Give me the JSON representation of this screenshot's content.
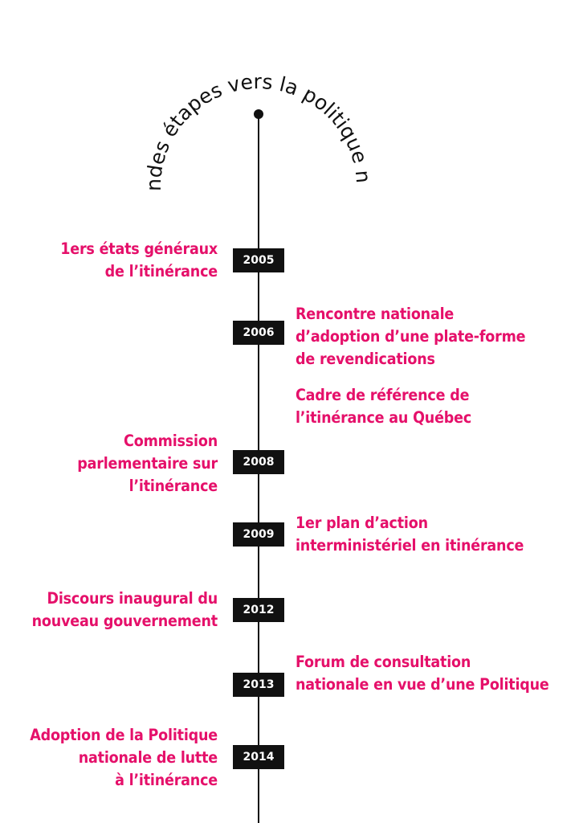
{
  "title": "Les grandes étapes vers la politique nationale",
  "milestones": [
    {
      "year": "2005",
      "events": [
        {
          "side": "left",
          "text": "1ers états généraux\nde l’itinérance"
        }
      ]
    },
    {
      "year": "2006",
      "events": [
        {
          "side": "right",
          "text": "Rencontre nationale\nd’adoption d’une plate-forme\nde revendications"
        },
        {
          "side": "right",
          "text": "Cadre de référence de\nl’itinérance au Québec"
        }
      ]
    },
    {
      "year": "2008",
      "events": [
        {
          "side": "left",
          "text": "Commission\nparlementaire sur\nl’itinérance"
        }
      ]
    },
    {
      "year": "2009",
      "events": [
        {
          "side": "right",
          "text": "1er plan d’action\ninterministériel en itinérance"
        }
      ]
    },
    {
      "year": "2012",
      "events": [
        {
          "side": "left",
          "text": "Discours inaugural du\nnouveau gouvernement"
        }
      ]
    },
    {
      "year": "2013",
      "events": [
        {
          "side": "right",
          "text": "Forum de consultation\nnationale en vue d’une Politique"
        }
      ]
    },
    {
      "year": "2014",
      "events": [
        {
          "side": "left",
          "text": "Adoption de la Politique\nnationale de lutte\nà l’itinérance"
        }
      ]
    }
  ],
  "colors": {
    "accent": "#e5106a",
    "line": "#111111",
    "badge_bg": "#111111",
    "badge_text": "#ffffff"
  }
}
